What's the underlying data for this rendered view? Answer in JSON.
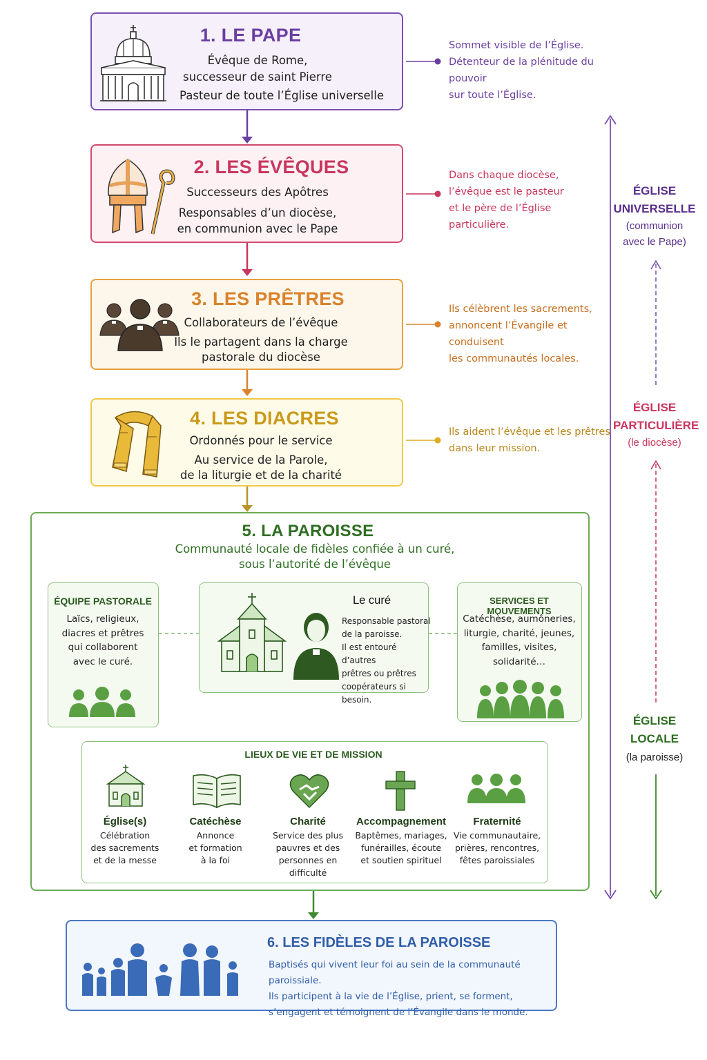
{
  "levels": {
    "pape": {
      "title": "1. LE PAPE",
      "line1": "Évêque de Rome,",
      "line2": "successeur de saint Pierre",
      "line3": "Pasteur de toute l’Église universelle",
      "note": [
        "Sommet visible de l’Église.",
        "Détenteur de la plénitude du pouvoir",
        "sur toute l’Église."
      ],
      "color": "#6b3fa0"
    },
    "eveques": {
      "title": "2. LES ÉVÊQUES",
      "line1": "Successeurs des Apôtres",
      "line2": "Responsables d’un diocèse,",
      "line3": "en communion avec le Pape",
      "note": [
        "Dans chaque diocèse,",
        "l’évêque est le pasteur",
        "et le père de l’Église particulière."
      ],
      "color": "#c8365e"
    },
    "pretres": {
      "title": "3. LES PRÊTRES",
      "line1": "Collaborateurs de l’évêque",
      "line2": "Ils le partagent dans la charge",
      "line3": "pastorale du diocèse",
      "note": [
        "Ils célèbrent les sacrements,",
        "annoncent l’Évangile et conduisent",
        "les communautés locales."
      ],
      "color": "#d9822b"
    },
    "diacres": {
      "title": "4. LES DIACRES",
      "line1": "Ordonnés pour le service",
      "line2": "Au service de la Parole,",
      "line3": "de la liturgie et de la charité",
      "note": [
        "Ils aident l’évêque et les prêtres",
        "dans leur mission."
      ],
      "color": "#c99a1a"
    }
  },
  "paroisse": {
    "title": "5. LA PAROISSE",
    "subtitle1": "Communauté locale de fidèles confiée à un curé,",
    "subtitle2": "sous l’autorité de l’évêque",
    "equipe": {
      "title": "ÉQUIPE PASTORALE",
      "lines": [
        "Laïcs, religieux,",
        "diacres et prêtres",
        "qui collaborent",
        "avec le curé."
      ]
    },
    "cure": {
      "title": "Le curé",
      "lines": [
        "Responsable pastoral",
        "de la paroisse.",
        "Il est entouré d’autres",
        "prêtres ou prêtres",
        "coopérateurs si besoin."
      ]
    },
    "services": {
      "title": "SERVICES ET MOUVEMENTS",
      "lines": [
        "Catéchèse, aumôneries,",
        "liturgie, charité, jeunes,",
        "familles, visites,",
        "solidarité…"
      ]
    },
    "lieux": {
      "title": "LIEUX DE VIE ET DE MISSION",
      "items": [
        {
          "title": "Église(s)",
          "lines": [
            "Célébration",
            "des sacrements",
            "et de la messe"
          ],
          "icon": "church-icon"
        },
        {
          "title": "Catéchèse",
          "lines": [
            "Annonce",
            "et formation",
            "à la foi"
          ],
          "icon": "book-icon"
        },
        {
          "title": "Charité",
          "lines": [
            "Service des plus",
            "pauvres et des",
            "personnes en",
            "difficulté"
          ],
          "icon": "heart-handshake-icon"
        },
        {
          "title": "Accompagnement",
          "lines": [
            "Baptêmes, mariages,",
            "funérailles, écoute",
            "et soutien spirituel"
          ],
          "icon": "cross-icon"
        },
        {
          "title": "Fraternité",
          "lines": [
            "Vie communautaire,",
            "prières, rencontres,",
            "fêtes paroissiales"
          ],
          "icon": "group-icon"
        }
      ]
    },
    "color": "#3f8a2e"
  },
  "fideles": {
    "title": "6. LES FIDÈLES DE LA PAROISSE",
    "lines": [
      "Baptisés qui vivent leur foi au sein de la communauté paroissiale.",
      "Ils participent à la vie de l’Église, prient, se forment,",
      "s’engagent et témoignent de l’Évangile dans le monde."
    ],
    "color": "#2f5ea8"
  },
  "side": {
    "universelle": {
      "line1": "ÉGLISE",
      "line2": "UNIVERSELLE",
      "line3": "(communion",
      "line4": "avec le Pape)"
    },
    "particuliere": {
      "line1": "ÉGLISE",
      "line2": "PARTICULIÈRE",
      "line3": "(le diocèse)"
    },
    "locale": {
      "line1": "ÉGLISE",
      "line2": "LOCALE",
      "line3": "(la paroisse)"
    }
  }
}
